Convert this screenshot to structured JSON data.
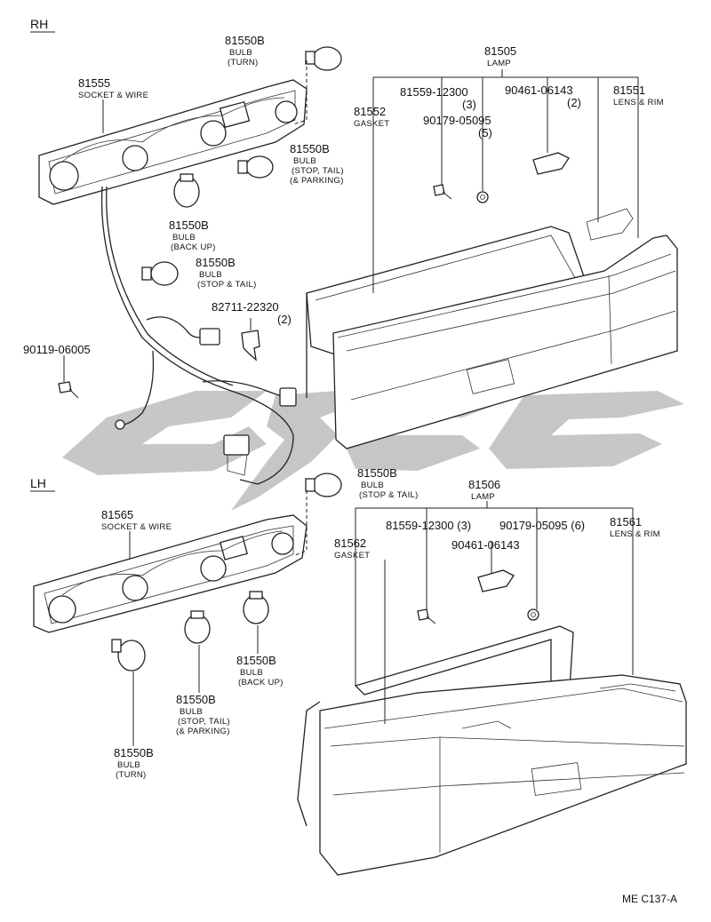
{
  "sections": {
    "rh": "RH",
    "lh": "LH"
  },
  "watermark": {
    "color": "#bdbdbd"
  },
  "diagram_code": "ME  C137-A",
  "rh": {
    "lamp": {
      "pn": "81505",
      "desc": "LAMP"
    },
    "gasket": {
      "pn": "81552",
      "desc": "GASKET"
    },
    "lens": {
      "pn": "81551",
      "desc": "LENS & RIM"
    },
    "screw": {
      "pn": "81559-12300",
      "qty": "(3)"
    },
    "nut": {
      "pn": "90179-05095",
      "qty": "(5)"
    },
    "clip": {
      "pn": "90461-06143",
      "qty": "(2)"
    },
    "socket": {
      "pn": "81555",
      "desc": "SOCKET & WIRE"
    },
    "bulb_turn": {
      "pn": "81550B",
      "d1": "BULB",
      "d2": "(TURN)"
    },
    "bulb_stop_tail_parking": {
      "pn": "81550B",
      "d1": "BULB",
      "d2": "(STOP, TAIL)",
      "d3": "(& PARKING)"
    },
    "bulb_back_up": {
      "pn": "81550B",
      "d1": "BULB",
      "d2": "(BACK UP)"
    },
    "bulb_stop_tail": {
      "pn": "81550B",
      "d1": "BULB",
      "d2": "(STOP & TAIL)"
    },
    "connector": {
      "pn": "82711-22320",
      "qty": "(2)"
    },
    "bolt": {
      "pn": "90119-06005"
    },
    "bulb_stop_tail_center": {
      "pn": "81550B",
      "d1": "BULB",
      "d2": "(STOP & TAIL)"
    }
  },
  "lh": {
    "lamp": {
      "pn": "81506",
      "desc": "LAMP"
    },
    "gasket": {
      "pn": "81562",
      "desc": "GASKET"
    },
    "lens": {
      "pn": "81561",
      "desc": "LENS & RIM"
    },
    "screw": {
      "pn": "81559-12300 (3)"
    },
    "nut": {
      "pn": "90179-05095 (6)"
    },
    "clip": {
      "pn": "90461-06143"
    },
    "socket": {
      "pn": "81565",
      "desc": "SOCKET & WIRE"
    },
    "bulb_back_up": {
      "pn": "81550B",
      "d1": "BULB",
      "d2": "(BACK UP)"
    },
    "bulb_stop_tail_parking": {
      "pn": "81550B",
      "d1": "BULB",
      "d2": "(STOP, TAIL)",
      "d3": "(& PARKING)"
    },
    "bulb_turn": {
      "pn": "81550B",
      "d1": "BULB",
      "d2": "(TURN)"
    }
  }
}
